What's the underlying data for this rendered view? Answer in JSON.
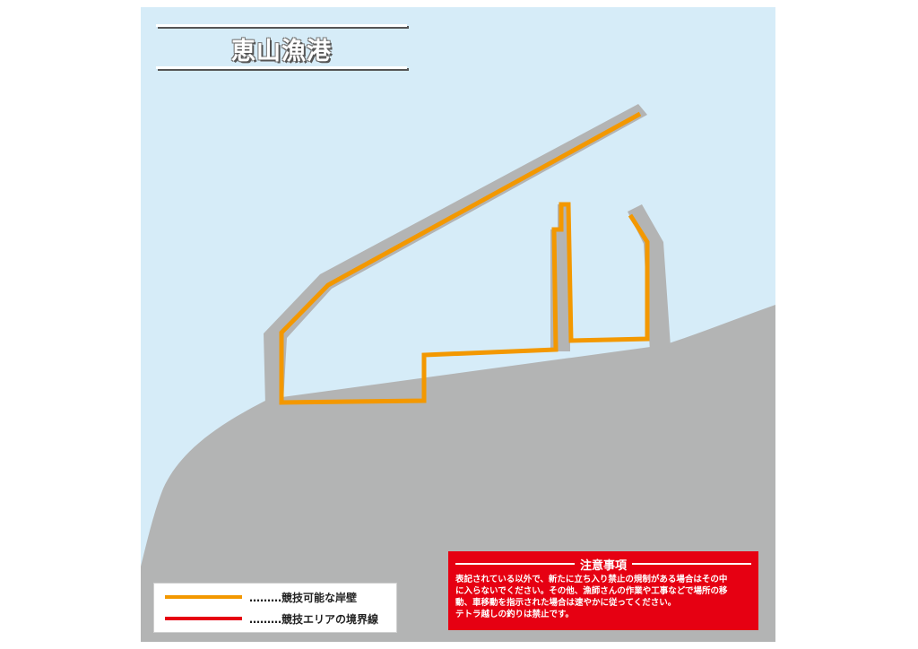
{
  "map": {
    "title": "恵山漁港",
    "colors": {
      "water": "#d6ecf8",
      "land": "#b3b4b4",
      "pier": "#b3b4b4",
      "competition_wall": "#f39800",
      "boundary": "#e60012"
    }
  },
  "legend": {
    "items": [
      {
        "label": "………競技可能な岸壁",
        "color": "#f39800"
      },
      {
        "label": "………競技エリアの境界線",
        "color": "#e60012"
      }
    ]
  },
  "notice": {
    "title": "注意事項",
    "lines": [
      "表記されている以外で、新たに立ち入り禁止の規制がある場合はその中",
      "に入らないでください。その他、漁師さんの作業や工事などで場所の移",
      "動、車移動を指示された場合は速やかに従ってください。",
      "テトラ越しの釣りは禁止です。"
    ]
  }
}
